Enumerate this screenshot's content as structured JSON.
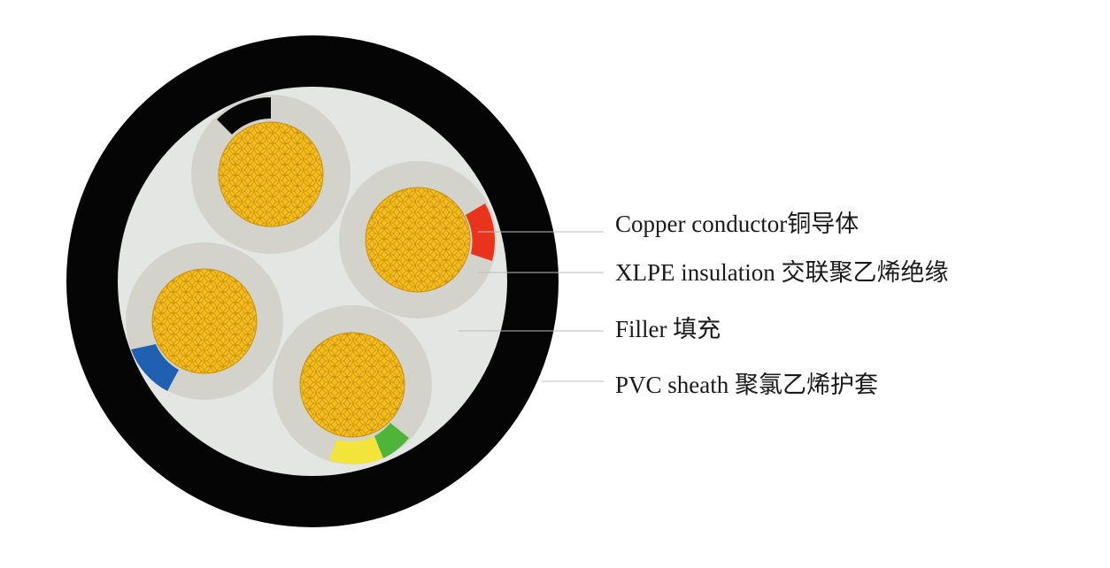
{
  "diagram": {
    "labels": {
      "copper_conductor": "Copper conductor铜导体",
      "xlpe_insulation": "XLPE insulation 交联聚乙烯绝缘",
      "filler": "Filler 填充",
      "pvc_sheath": "PVC sheath 聚氯乙烯护套"
    },
    "colors": {
      "sheath": "#050505",
      "filler": "#e4e6e3",
      "insulation": "#d3d3cb",
      "copper": "#f5bd1f",
      "copper_wire_outline": "#c9920e",
      "leader_line": "#bbbbbb",
      "marker_black": "#050505",
      "marker_red": "#e8341c",
      "marker_blue": "#1f60b0",
      "marker_yellow": "#f2e43a",
      "marker_green": "#4fb53a"
    }
  }
}
